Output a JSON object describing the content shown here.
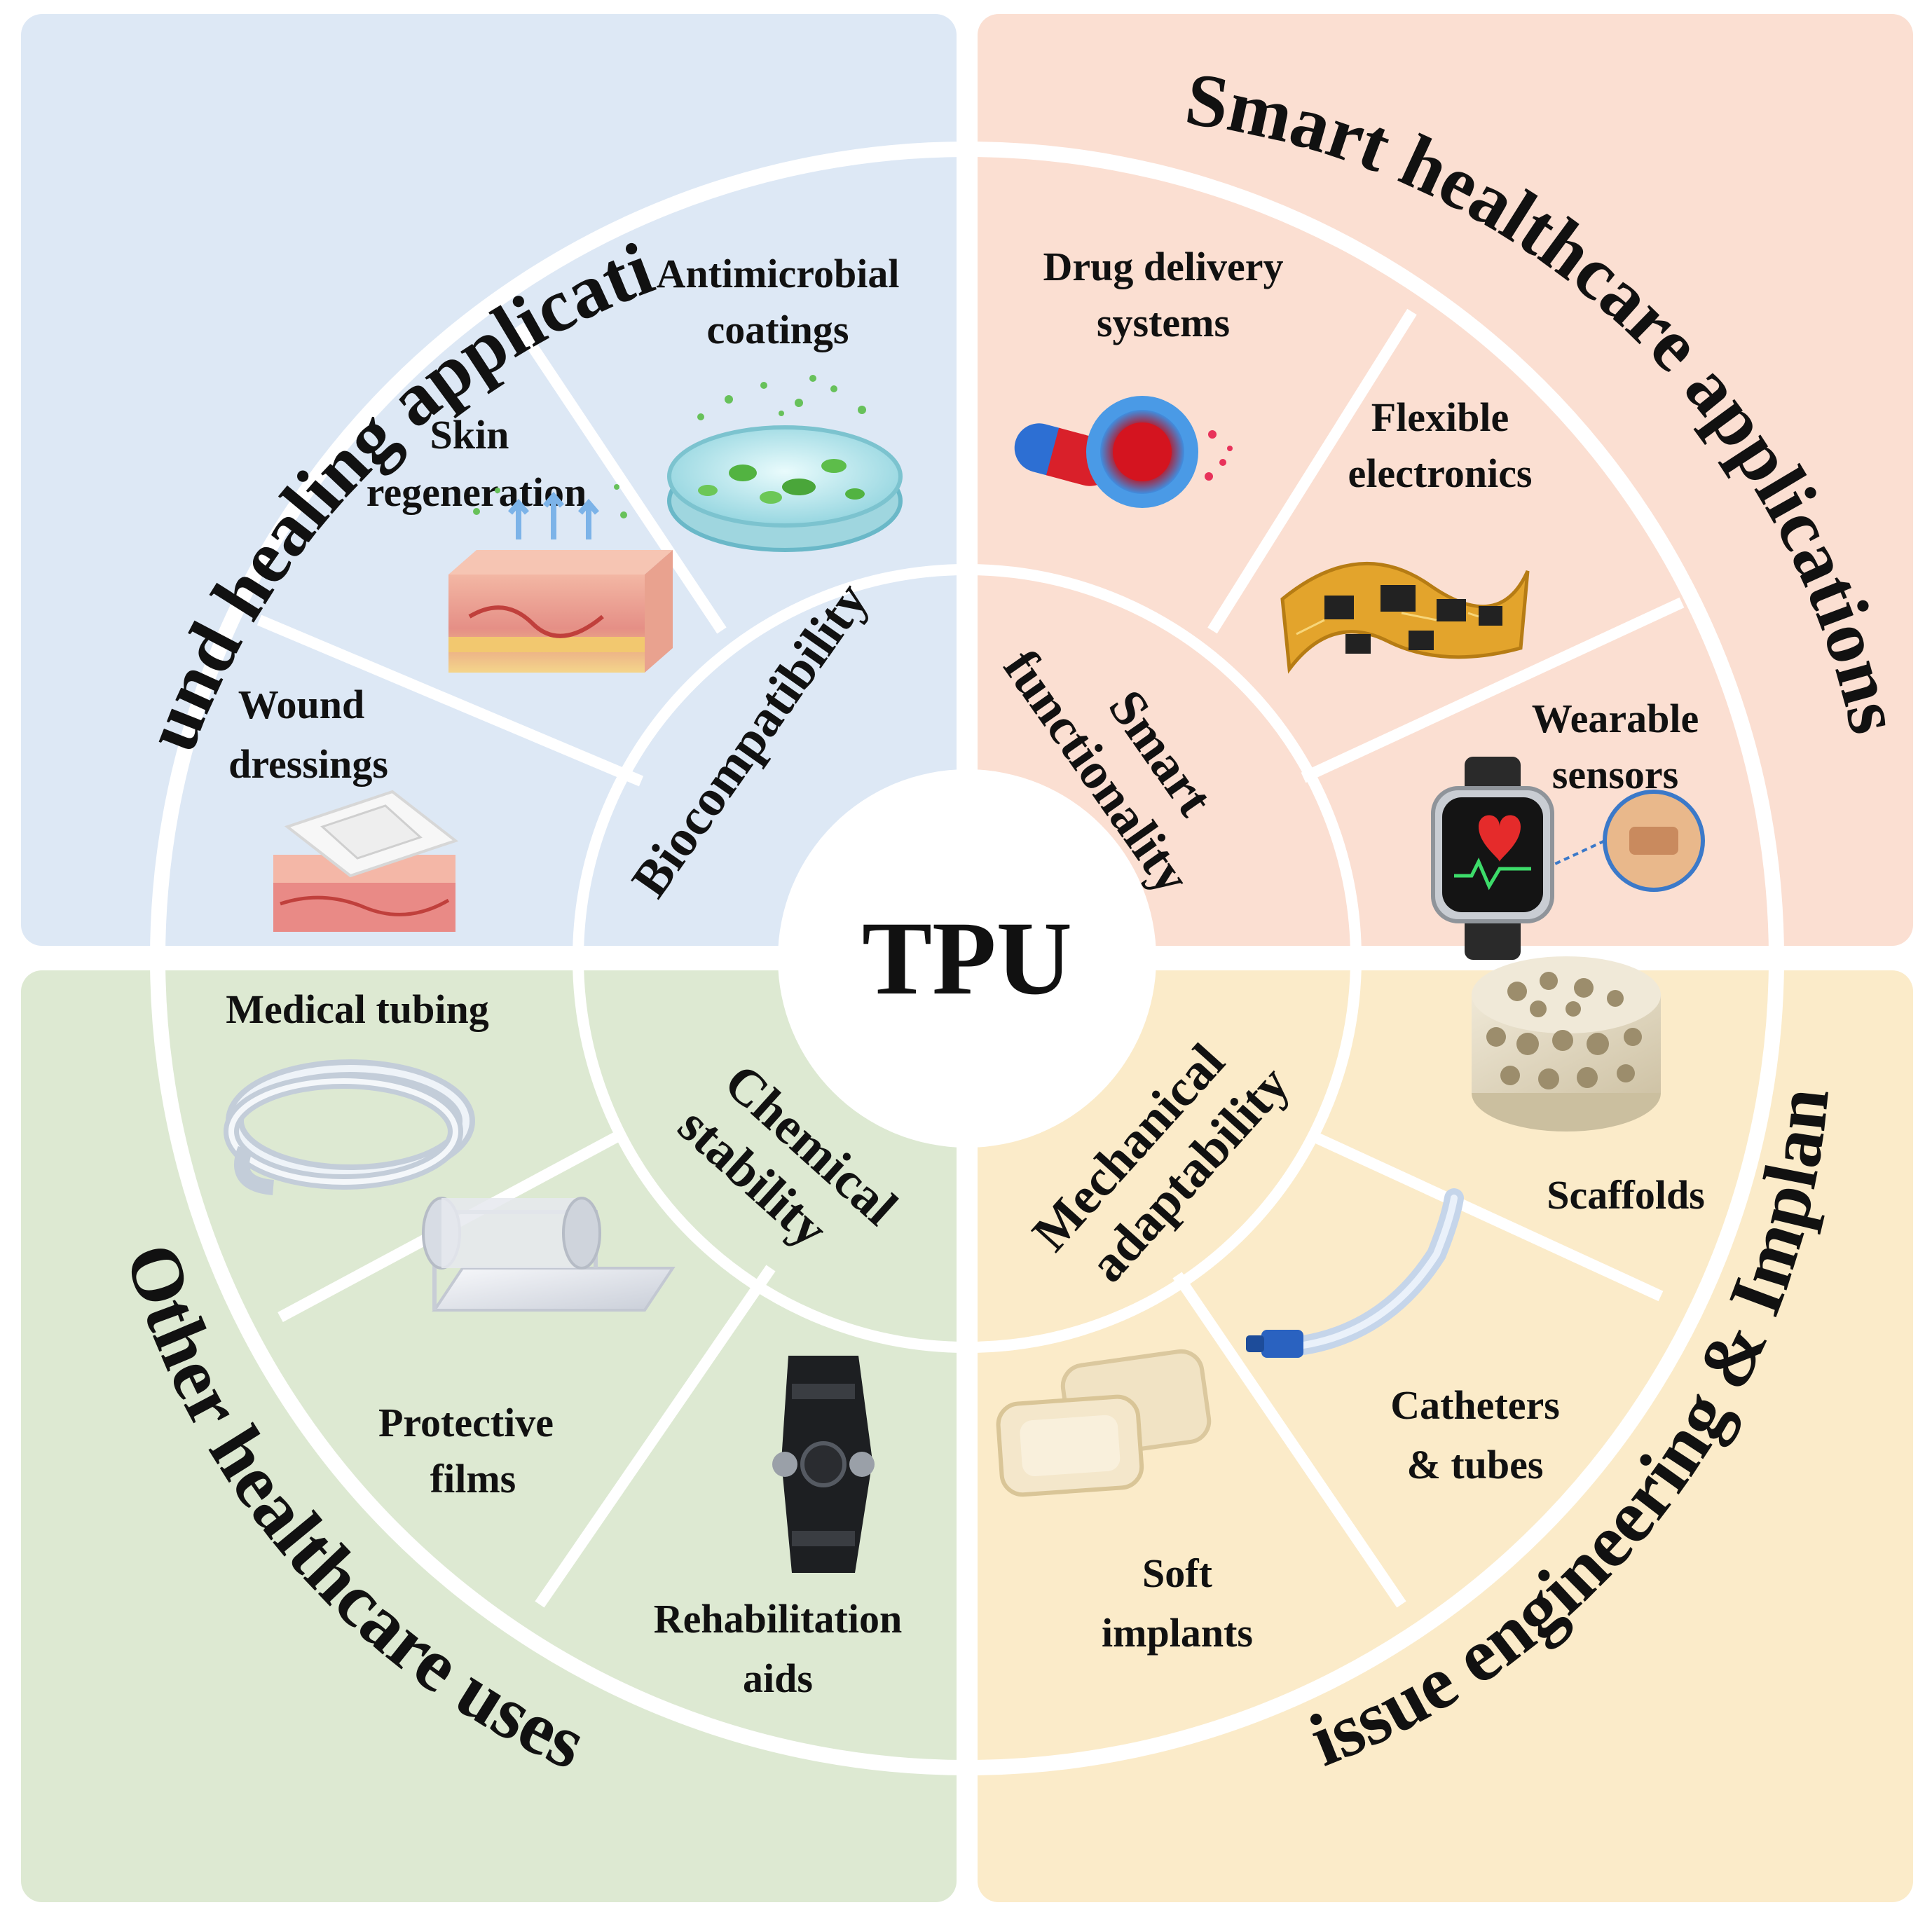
{
  "center": {
    "label": "TPU"
  },
  "colors": {
    "wound_healing": "#dde8f5",
    "smart_healthcare": "#fbdfd2",
    "other_healthcare": "#dde9d2",
    "tissue_engineering": "#fbebc9",
    "ring_separator": "#ffffff"
  },
  "quadrants": [
    {
      "id": "wound",
      "title": "Wound healing applications",
      "property": [
        "Biocompatibility"
      ],
      "applications": [
        {
          "lines": [
            "Antimicrobial",
            "coatings"
          ],
          "icon": "petri-dish-icon"
        },
        {
          "lines": [
            "Skin",
            "regeneration"
          ],
          "icon": "skin-layers-icon"
        },
        {
          "lines": [
            "Wound",
            "dressings"
          ],
          "icon": "wound-dressing-icon"
        }
      ]
    },
    {
      "id": "smart",
      "title": "Smart healthcare applications",
      "property": [
        "Smart",
        "functionality"
      ],
      "applications": [
        {
          "lines": [
            "Drug delivery",
            "systems"
          ],
          "icon": "capsule-nanoparticle-icon"
        },
        {
          "lines": [
            "Flexible",
            "electronics"
          ],
          "icon": "flexible-circuit-icon"
        },
        {
          "lines": [
            "Wearable",
            "sensors"
          ],
          "icon": "smartwatch-icon"
        }
      ]
    },
    {
      "id": "other",
      "title": "Other healthcare uses",
      "property": [
        "Chemical",
        "stability"
      ],
      "applications": [
        {
          "lines": [
            "Medical tubing"
          ],
          "icon": "tubing-coil-icon"
        },
        {
          "lines": [
            "Protective",
            "films"
          ],
          "icon": "film-roll-icon"
        },
        {
          "lines": [
            "Rehabilitation",
            "aids"
          ],
          "icon": "knee-brace-icon"
        }
      ]
    },
    {
      "id": "tissue",
      "title": "Tissue engineering & Implants",
      "property": [
        "Mechanical",
        "adaptability"
      ],
      "applications": [
        {
          "lines": [
            "Scaffolds"
          ],
          "icon": "porous-scaffold-icon"
        },
        {
          "lines": [
            "Catheters",
            "& tubes"
          ],
          "icon": "catheter-icon"
        },
        {
          "lines": [
            "Soft",
            "implants"
          ],
          "icon": "gel-pads-icon"
        }
      ]
    }
  ]
}
